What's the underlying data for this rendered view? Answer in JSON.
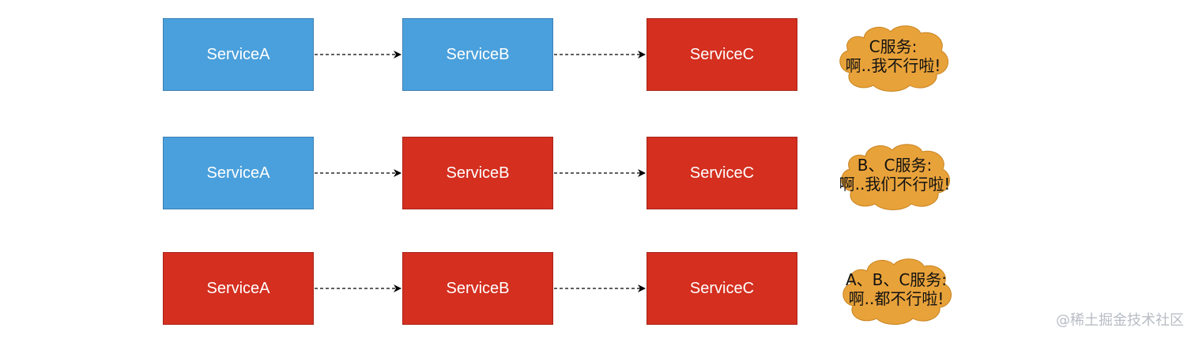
{
  "colors": {
    "healthy": "#4aa0dc",
    "failed": "#d42f1f",
    "cloud": "#e8a23a",
    "watermark": "#b8bcc4"
  },
  "rows": [
    {
      "services": [
        {
          "label": "ServiceA",
          "status": "healthy"
        },
        {
          "label": "ServiceB",
          "status": "healthy"
        },
        {
          "label": "ServiceC",
          "status": "failed"
        }
      ],
      "note": [
        "C服务:",
        "啊..我不行啦!"
      ]
    },
    {
      "services": [
        {
          "label": "ServiceA",
          "status": "healthy"
        },
        {
          "label": "ServiceB",
          "status": "failed"
        },
        {
          "label": "ServiceC",
          "status": "failed"
        }
      ],
      "note": [
        "B、C服务:",
        "啊..我们不行啦!"
      ]
    },
    {
      "services": [
        {
          "label": "ServiceA",
          "status": "failed"
        },
        {
          "label": "ServiceB",
          "status": "failed"
        },
        {
          "label": "ServiceC",
          "status": "failed"
        }
      ],
      "note": [
        "A、B、C服务:",
        "啊..都不行啦!"
      ]
    }
  ],
  "watermark": "@稀土掘金技术社区"
}
